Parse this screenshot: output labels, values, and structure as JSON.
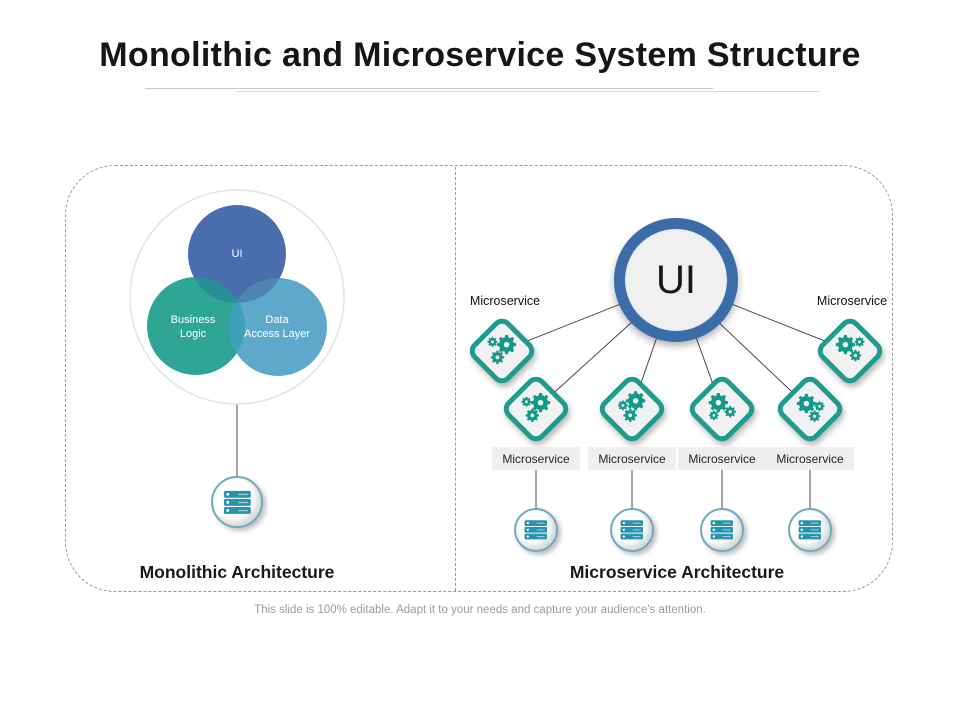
{
  "title": "Monolithic and Microservice System Structure",
  "footer_note": "This slide is 100% editable. Adapt it to your needs and capture your audience's attention.",
  "colors": {
    "venn-ui": "#4a6dad",
    "venn-business": "#2fa695",
    "venn-data": "#5ea9cb",
    "overlap-ui-business": "#2b8d9a",
    "overlap-ui-data": "#4c84b2",
    "overlap-business-data": "#3fa0ba",
    "overlap-center": "#2f93a8",
    "teal-accent": "#1d9c8d",
    "gear-teal": "#13998a",
    "ui-ring-blue": "#3a6ca8",
    "server-bar-blue": "#2793ac",
    "label-box-bg": "#efefef",
    "line-gray": "#4a4a4a"
  },
  "monolithic": {
    "section_label": "Monolithic Architecture",
    "venn": {
      "ui_label": "UI",
      "business_line1": "Business",
      "business_line2": "Logic",
      "data_line1": "Data",
      "data_line2": "Access Layer"
    }
  },
  "microservice": {
    "section_label": "Microservice Architecture",
    "ui_label": "UI",
    "top_left_label": "Microservice",
    "top_right_label": "Microservice",
    "service_boxes": [
      {
        "label": "Microservice"
      },
      {
        "label": "Microservice"
      },
      {
        "label": "Microservice"
      },
      {
        "label": "Microservice"
      }
    ]
  },
  "icons": {
    "gears": "gears-icon",
    "server": "server-icon"
  }
}
